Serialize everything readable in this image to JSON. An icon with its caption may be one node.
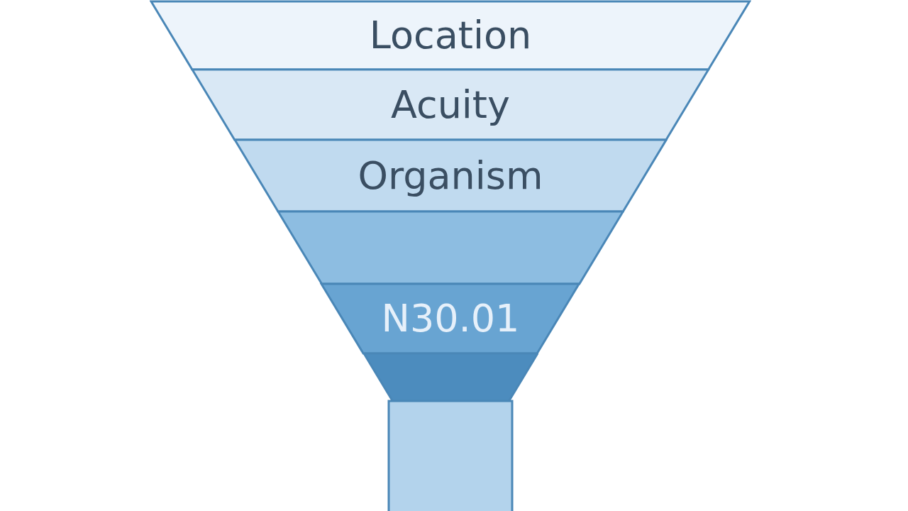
{
  "diagram": {
    "nodes": [
      {
        "text": [
          "Location"
        ]
      },
      {
        "text": [
          "Acuity"
        ]
      },
      {
        "text": [
          "Organism"
        ]
      },
      {
        "text": [],
        "shape": "band"
      },
      {
        "text": [
          "N30.01"
        ]
      },
      {
        "text": [],
        "shape": "band"
      },
      {
        "text": [],
        "shape": "box"
      }
    ]
  }
}
